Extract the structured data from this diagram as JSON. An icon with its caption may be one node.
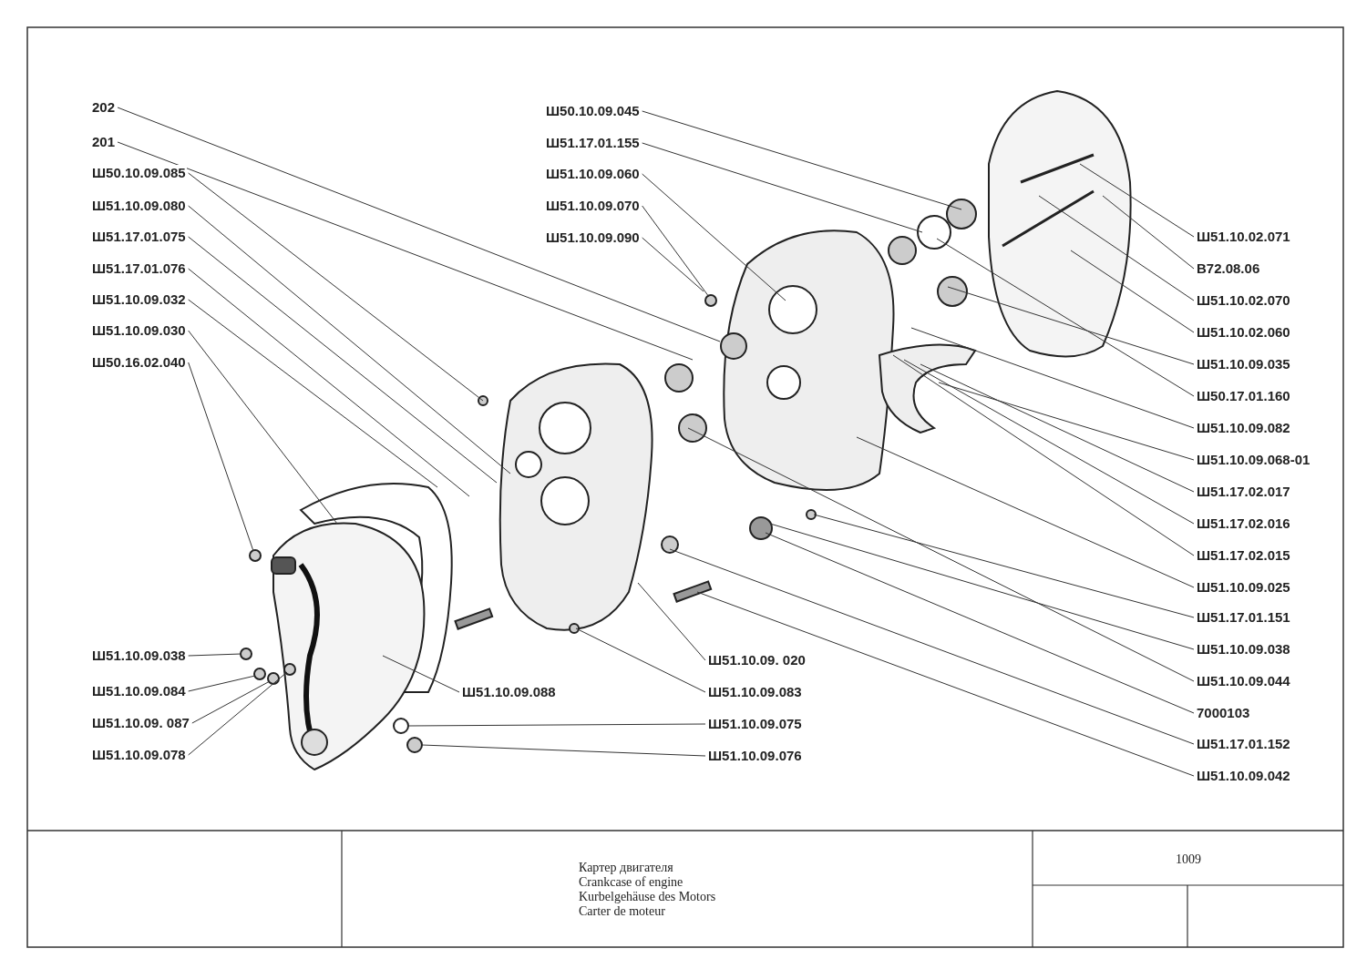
{
  "diagram": {
    "nodes": [
      {
        "text": [
          "202"
        ]
      },
      {
        "text": [
          "201"
        ]
      },
      {
        "text": [
          "Ш50.10.09.085"
        ]
      },
      {
        "text": [
          "Ш51.10.09.080"
        ]
      },
      {
        "text": [
          "Ш51.17.01.075"
        ]
      },
      {
        "text": [
          "Ш51.17.01.076"
        ]
      },
      {
        "text": [
          "Ш51.10.09.032"
        ]
      },
      {
        "text": [
          "Ш51.10.09.030"
        ]
      },
      {
        "text": [
          "Ш50.16.02.040"
        ]
      },
      {
        "text": [
          "Ш50.10.09.045"
        ]
      },
      {
        "text": [
          "Ш51.17.01.155"
        ]
      },
      {
        "text": [
          "Ш51.10.09.060"
        ]
      },
      {
        "text": [
          "Ш51.10.09.070"
        ]
      },
      {
        "text": [
          "Ш51.10.09.090"
        ]
      },
      {
        "text": [
          "Ш51.10.02.071"
        ]
      },
      {
        "text": [
          "В72.08.06"
        ]
      },
      {
        "text": [
          "Ш51.10.02.070"
        ]
      },
      {
        "text": [
          "Ш51.10.02.060"
        ]
      },
      {
        "text": [
          "Ш51.10.09.035"
        ]
      },
      {
        "text": [
          "Ш50.17.01.160"
        ]
      },
      {
        "text": [
          "Ш51.10.09.082"
        ]
      },
      {
        "text": [
          "Ш51.10.09.068-01"
        ]
      },
      {
        "text": [
          "Ш51.17.02.017"
        ]
      },
      {
        "text": [
          "Ш51.17.02.016"
        ]
      },
      {
        "text": [
          "Ш51.17.02.015"
        ]
      },
      {
        "text": [
          "Ш51.10.09.025"
        ]
      },
      {
        "text": [
          "Ш51.17.01.151"
        ]
      },
      {
        "text": [
          "Ш51.10.09.038"
        ]
      },
      {
        "text": [
          "Ш51.10.09. 020"
        ]
      },
      {
        "text": [
          "Ш51.10.09.044"
        ]
      },
      {
        "text": [
          "Ш51.10.09.038"
        ]
      },
      {
        "text": [
          "Ш51.10.09.088"
        ]
      },
      {
        "text": [
          "Ш51.10.09.083"
        ]
      },
      {
        "text": [
          "Ш51.10.09.084"
        ]
      },
      {
        "text": [
          "7000103"
        ]
      },
      {
        "text": [
          "Ш51.10.09. 087"
        ]
      },
      {
        "text": [
          "Ш51.10.09.075"
        ]
      },
      {
        "text": [
          "Ш51.17.01.152"
        ]
      },
      {
        "text": [
          "Ш51.10.09.078"
        ]
      },
      {
        "text": [
          "Ш51.10.09.076"
        ]
      },
      {
        "text": [
          "Ш51.10.09.042"
        ]
      }
    ],
    "edges": [
      {
        "from": 0,
        "to": null,
        "arrow": "none"
      },
      {
        "from": 1,
        "to": null,
        "arrow": "none"
      },
      {
        "from": 2,
        "to": null,
        "arrow": "none"
      },
      {
        "from": 3,
        "to": null,
        "arrow": "none"
      },
      {
        "from": 4,
        "to": null,
        "arrow": "none"
      },
      {
        "from": 5,
        "to": null,
        "arrow": "none"
      },
      {
        "from": 6,
        "to": null,
        "arrow": "none"
      },
      {
        "from": 7,
        "to": null,
        "arrow": "none"
      },
      {
        "from": 8,
        "to": null,
        "arrow": "none"
      },
      {
        "from": 9,
        "to": null,
        "arrow": "none"
      },
      {
        "from": 10,
        "to": null,
        "arrow": "none"
      },
      {
        "from": 11,
        "to": null,
        "arrow": "none"
      },
      {
        "from": 12,
        "to": null,
        "arrow": "none"
      },
      {
        "from": 13,
        "to": null,
        "arrow": "none"
      },
      {
        "from": 14,
        "to": null,
        "arrow": "none"
      },
      {
        "from": 15,
        "to": null,
        "arrow": "none"
      },
      {
        "from": 16,
        "to": null,
        "arrow": "none"
      },
      {
        "from": 17,
        "to": null,
        "arrow": "none"
      },
      {
        "from": 18,
        "to": null,
        "arrow": "none"
      },
      {
        "from": 19,
        "to": null,
        "arrow": "none"
      },
      {
        "from": 20,
        "to": null,
        "arrow": "none"
      },
      {
        "from": 21,
        "to": null,
        "arrow": "none"
      },
      {
        "from": 22,
        "to": null,
        "arrow": "none"
      },
      {
        "from": 23,
        "to": null,
        "arrow": "none"
      },
      {
        "from": 24,
        "to": null,
        "arrow": "none"
      },
      {
        "from": 25,
        "to": null,
        "arrow": "none"
      },
      {
        "from": 26,
        "to": null,
        "arrow": "none"
      },
      {
        "from": 27,
        "to": null,
        "arrow": "none"
      },
      {
        "from": 28,
        "to": null,
        "arrow": "none"
      },
      {
        "from": 29,
        "to": null,
        "arrow": "none"
      },
      {
        "from": 30,
        "to": null,
        "arrow": "none"
      },
      {
        "from": 31,
        "to": null,
        "arrow": "none"
      },
      {
        "from": 32,
        "to": null,
        "arrow": "none"
      },
      {
        "from": 33,
        "to": null,
        "arrow": "none"
      },
      {
        "from": 34,
        "to": null,
        "arrow": "none"
      },
      {
        "from": 35,
        "to": null,
        "arrow": "none"
      },
      {
        "from": 36,
        "to": null,
        "arrow": "none"
      },
      {
        "from": 37,
        "to": null,
        "arrow": "none"
      },
      {
        "from": 38,
        "to": null,
        "arrow": "none"
      },
      {
        "from": 39,
        "to": null,
        "arrow": "none"
      },
      {
        "from": 40,
        "to": null,
        "arrow": "none"
      }
    ],
    "labels": [
      "Картер двигателя",
      "Crankcase of engine",
      "Kurbelgehäuse des Motors",
      "Carter de moteur",
      "1009"
    ]
  }
}
